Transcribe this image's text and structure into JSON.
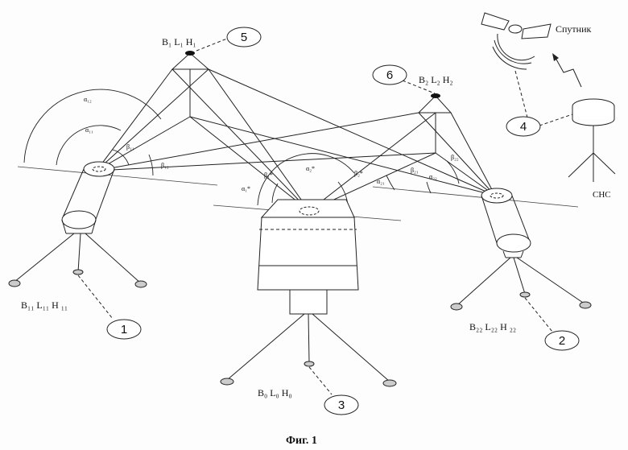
{
  "figure": {
    "caption": "Фиг. 1",
    "satellite_label": "Спутник",
    "gnss_label": "СНС"
  },
  "points": {
    "p1": "B₁ L₁ H₁",
    "p2": "B₂ L₂ H₂",
    "p11": "B₁₁ L₁₁ H ₁₁",
    "p22": "B₂₂ L₂₂ H ₂₂",
    "p0": "B₀ L₀ H₀"
  },
  "markers": [
    "1",
    "2",
    "3",
    "4",
    "5",
    "6"
  ],
  "angles": {
    "a12": "α₁₂",
    "a11": "α₁₁",
    "b11": "β₁₁",
    "b12": "β₁₂",
    "a1s": "α₁*",
    "b1s": "β₁*",
    "a2s": "α₂*",
    "b2s": "β₂*",
    "a21": "α₂₁",
    "b21": "β₂₁",
    "a22": "α₂₂",
    "b22": "β₂₂"
  }
}
